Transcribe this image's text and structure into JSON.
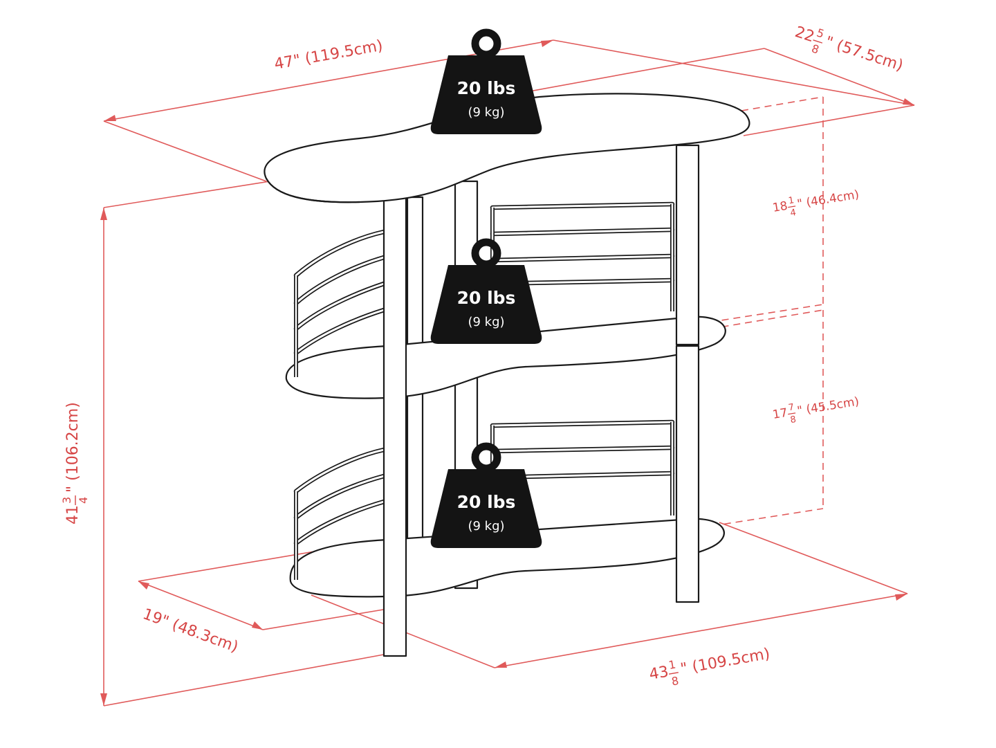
{
  "dimensions": {
    "width": "47\"  (119.5cm)",
    "depth_whole": "22",
    "depth_num": "5",
    "depth_den": "8",
    "depth_rest": "\"  (57.5cm)",
    "height_whole": "41",
    "height_num": "3",
    "height_den": "4",
    "height_rest": "\"  (106.2cm)",
    "upper_gap_whole": "18",
    "upper_gap_num": "1",
    "upper_gap_den": "4",
    "upper_gap_rest": "\"  (46.4cm)",
    "lower_gap_whole": "17",
    "lower_gap_num": "7",
    "lower_gap_den": "8",
    "lower_gap_rest": "\"  (45.5cm)",
    "base_depth": "19\"  (48.3cm)",
    "base_width_whole": "43",
    "base_width_num": "1",
    "base_width_den": "8",
    "base_width_rest": "\"  (109.5cm)"
  },
  "weights": [
    {
      "lbs": "20 lbs",
      "kg": "(9 kg)"
    },
    {
      "lbs": "20 lbs",
      "kg": "(9 kg)"
    },
    {
      "lbs": "20 lbs",
      "kg": "(9 kg)"
    }
  ],
  "colors": {
    "dimension": "#e05a5a",
    "outline": "#1a1a1a",
    "weight_fill": "#141414"
  },
  "icons": [
    "weight-icon",
    "weight-icon",
    "weight-icon"
  ]
}
